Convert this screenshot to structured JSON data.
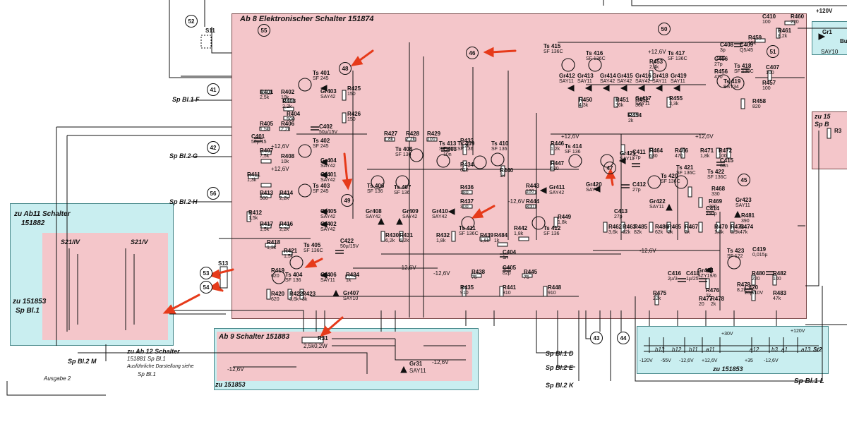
{
  "boards": {
    "ab8": {
      "title": "Ab 8 Elektronischer Schalter 151874",
      "ref": "Sp Bl.1 F"
    },
    "ab11": {
      "title": "zu Ab11 Schalter",
      "subtitle": "151882",
      "block_title": "zu 151853",
      "block_sub": "Sp Bl.1",
      "s21_iv": "S21/IV",
      "s21_v": "S21/V"
    },
    "ab9": {
      "title": "Ab 9 Schalter 151883",
      "footer": "zu 151853",
      "r31": "R31",
      "r31_val": "2,5k0,2W",
      "gr31": "Gr31",
      "gr31_val": "SAY11"
    },
    "ab12_note": [
      "zu Ab 12 Schalter",
      "151881 Sp Bl.1",
      "Ausführliche Darstellung siehe",
      "Sp Bl.1"
    ],
    "bottom_bus": {
      "footer": "zu 151853",
      "labels": [
        "b13",
        "b12",
        "b11",
        "a11",
        "a12",
        "b3",
        "a1",
        "a13",
        "St2"
      ],
      "voltages": [
        "-120V",
        "-55V",
        "-12,6V",
        "+12,6V",
        "+35",
        "-12,6V",
        "+30V",
        "+120V"
      ]
    },
    "right_block": {
      "title": "zu 15",
      "sub": "Sp B",
      "r3": "R3"
    }
  },
  "nodes": [
    {
      "id": "52",
      "label": "52"
    },
    {
      "id": "55",
      "label": "55"
    },
    {
      "id": "50",
      "label": "50"
    },
    {
      "id": "51",
      "label": "51"
    },
    {
      "id": "41",
      "label": "41"
    },
    {
      "id": "42",
      "label": "42"
    },
    {
      "id": "56",
      "label": "56"
    },
    {
      "id": "48",
      "label": "48"
    },
    {
      "id": "46",
      "label": "46"
    },
    {
      "id": "49",
      "label": "49"
    },
    {
      "id": "47",
      "label": "47"
    },
    {
      "id": "45",
      "label": "45"
    },
    {
      "id": "53",
      "label": "53"
    },
    {
      "id": "54",
      "label": "54"
    },
    {
      "id": "43",
      "label": "43"
    },
    {
      "id": "44",
      "label": "44"
    }
  ],
  "ports": {
    "sp_f": "Sp Bl.1 F",
    "sp_g": "Sp Bl.2 G",
    "sp_h": "Sp Bl.2 H",
    "sp_m": "Sp Bl.2 M",
    "sp_d": "Sp Bl.1 D",
    "sp_e": "Sp Bl.2 E",
    "sp_k": "Sp Bl.2 K",
    "sp_l": "Sp Bl.1 L"
  },
  "misc": {
    "ausgabe": "Ausgabe 2",
    "plus120": "+120V",
    "gr1": "Gr1",
    "gr1_val": "SAY10",
    "s11": "S11",
    "s13": "S13",
    "bu": "Bu"
  },
  "components": [
    {
      "id": "Ts401",
      "t": "Ts 401",
      "v": "SF 245"
    },
    {
      "id": "Ts402",
      "t": "Ts 402",
      "v": "SF 245"
    },
    {
      "id": "Ts403",
      "t": "Ts 403",
      "v": "SF 245"
    },
    {
      "id": "Ts404",
      "t": "Ts 404",
      "v": "SF 136"
    },
    {
      "id": "Ts405",
      "t": "Ts 405",
      "v": "SF 136C"
    },
    {
      "id": "Ts406",
      "t": "Ts 406",
      "v": "SF 136"
    },
    {
      "id": "Ts407",
      "t": "Ts 407",
      "v": "SF 136"
    },
    {
      "id": "Ts408",
      "t": "Ts 408",
      "v": "SF 136"
    },
    {
      "id": "Ts409",
      "t": "Ts 409",
      "v": "SF 136"
    },
    {
      "id": "Ts410",
      "t": "Ts 410",
      "v": "SF 136"
    },
    {
      "id": "Ts411",
      "t": "Ts 411",
      "v": "SF 136C"
    },
    {
      "id": "Ts412",
      "t": "Ts 412",
      "v": "SF 136"
    },
    {
      "id": "Ts413",
      "t": "Ts 413",
      "v": "SF 136"
    },
    {
      "id": "Ts414",
      "t": "Ts 414",
      "v": "SF 136"
    },
    {
      "id": "Ts415",
      "t": "Ts 415",
      "v": "SF 136C"
    },
    {
      "id": "Ts416",
      "t": "Ts 416",
      "v": "SF 136C"
    },
    {
      "id": "Ts417",
      "t": "Ts 417",
      "v": "SF 136C"
    },
    {
      "id": "Ts418",
      "t": "Ts 418",
      "v": "SF 136C"
    },
    {
      "id": "Ts419",
      "t": "Ts 419",
      "v": "BSY34"
    },
    {
      "id": "Ts420",
      "t": "Ts 420",
      "v": "SF 136C"
    },
    {
      "id": "Ts421",
      "t": "Ts 421",
      "v": "SF 136C"
    },
    {
      "id": "Ts422",
      "t": "Ts 422",
      "v": "SF 136C"
    },
    {
      "id": "Ts423",
      "t": "Ts 423",
      "v": "SF 122"
    },
    {
      "id": "R401",
      "t": "R401",
      "v": "2,5k"
    },
    {
      "id": "R402",
      "t": "R402",
      "v": "10k"
    },
    {
      "id": "R403",
      "t": "R403",
      "v": "2,2k"
    },
    {
      "id": "R404",
      "t": "R404",
      "v": "500"
    },
    {
      "id": "R405",
      "t": "R405",
      "v": "1,5k"
    },
    {
      "id": "R406",
      "t": "R406",
      "v": "2,2k"
    },
    {
      "id": "R407",
      "t": "R407",
      "v": "7,5k"
    },
    {
      "id": "R408",
      "t": "R408",
      "v": "10k"
    },
    {
      "id": "R411",
      "t": "R411",
      "v": "1,3k"
    },
    {
      "id": "R412",
      "t": "R412",
      "v": "1,5k"
    },
    {
      "id": "R413",
      "t": "R413",
      "v": "500"
    },
    {
      "id": "R414",
      "t": "R414",
      "v": "2,2k"
    },
    {
      "id": "R416",
      "t": "R416",
      "v": "2,2k"
    },
    {
      "id": "R417",
      "t": "R417",
      "v": "1,5k"
    },
    {
      "id": "R418",
      "t": "R418",
      "v": "1,3k"
    },
    {
      "id": "R419",
      "t": "R419",
      "v": "620"
    },
    {
      "id": "R420",
      "t": "R420",
      "v": "620"
    },
    {
      "id": "R421",
      "t": "R421",
      "v": "1,5k"
    },
    {
      "id": "R422",
      "t": "R422",
      "v": "3,6k"
    },
    {
      "id": "R423",
      "t": "R423",
      "v": "3k"
    },
    {
      "id": "R424",
      "t": "R424",
      "v": "1k"
    },
    {
      "id": "R425",
      "t": "R425",
      "v": "150"
    },
    {
      "id": "R426",
      "t": "R426",
      "v": "150"
    },
    {
      "id": "R427",
      "t": "R427",
      "v": "1,8k"
    },
    {
      "id": "R428",
      "t": "R428",
      "v": "2,2k"
    },
    {
      "id": "R429",
      "t": "R429",
      "v": "100"
    },
    {
      "id": "R430",
      "t": "R430",
      "v": "6,2k"
    },
    {
      "id": "R431",
      "t": "R431",
      "v": "6,2k"
    },
    {
      "id": "R432",
      "t": "R432",
      "v": "1,8k"
    },
    {
      "id": "R433",
      "t": "R433",
      "v": "1,2k"
    },
    {
      "id": "R434",
      "t": "R434",
      "v": "620"
    },
    {
      "id": "R435",
      "t": "R435",
      "v": "910"
    },
    {
      "id": "R436",
      "t": "R436",
      "v": "180"
    },
    {
      "id": "R437",
      "t": "R437",
      "v": "300"
    },
    {
      "id": "R438",
      "t": "R438",
      "v": "75"
    },
    {
      "id": "R439",
      "t": "R439",
      "v": "1,5k"
    },
    {
      "id": "R440",
      "t": "R440",
      "v": "1k"
    },
    {
      "id": "R441",
      "t": "R441",
      "v": "310"
    },
    {
      "id": "R442",
      "t": "R442",
      "v": "1,8k"
    },
    {
      "id": "R443",
      "t": "R443",
      "v": "180"
    },
    {
      "id": "R444",
      "t": "R444",
      "v": "300"
    },
    {
      "id": "R445",
      "t": "R445",
      "v": "75"
    },
    {
      "id": "R446",
      "t": "R446",
      "v": "1,2k"
    },
    {
      "id": "R447",
      "t": "R447",
      "v": "620"
    },
    {
      "id": "R448",
      "t": "R448",
      "v": "910"
    },
    {
      "id": "R449",
      "t": "R449",
      "v": "1,8k"
    },
    {
      "id": "R450",
      "t": "R450",
      "v": "4,3k"
    },
    {
      "id": "R451",
      "t": "R451",
      "v": "36k"
    },
    {
      "id": "R452",
      "t": "R452",
      "v": "36k"
    },
    {
      "id": "R453",
      "t": "R453",
      "v": "2,4k"
    },
    {
      "id": "R454",
      "t": "R454",
      "v": "2k"
    },
    {
      "id": "R455",
      "t": "R455",
      "v": "3,3k"
    },
    {
      "id": "R456",
      "t": "R456",
      "v": "470"
    },
    {
      "id": "R457",
      "t": "R457",
      "v": "100"
    },
    {
      "id": "R458",
      "t": "R458",
      "v": "820"
    },
    {
      "id": "R459",
      "t": "R459",
      "v": "15k"
    },
    {
      "id": "R460",
      "t": "R460",
      "v": "220"
    },
    {
      "id": "R461",
      "t": "R461",
      "v": "8,2k"
    },
    {
      "id": "R462",
      "t": "R462",
      "v": "3,6k"
    },
    {
      "id": "R463",
      "t": "R463",
      "v": "62k"
    },
    {
      "id": "R464",
      "t": "R464",
      "v": "680"
    },
    {
      "id": "R465",
      "t": "R465",
      "v": "2k"
    },
    {
      "id": "R466",
      "t": "R466",
      "v": "470"
    },
    {
      "id": "R467",
      "t": "R467",
      "v": "2k"
    },
    {
      "id": "R468",
      "t": "R468",
      "v": "330"
    },
    {
      "id": "R469",
      "t": "R469",
      "v": "390"
    },
    {
      "id": "R470",
      "t": "R470",
      "v": "1,3k"
    },
    {
      "id": "R471",
      "t": "R471",
      "v": "1,8k"
    },
    {
      "id": "R472",
      "t": "R472",
      "v": "100"
    },
    {
      "id": "R473",
      "t": "R473",
      "v": "3,9k"
    },
    {
      "id": "R474",
      "t": "R474",
      "v": "47k"
    },
    {
      "id": "R475",
      "t": "R475",
      "v": "22k"
    },
    {
      "id": "R476",
      "t": "R476",
      "v": "1k"
    },
    {
      "id": "R477",
      "t": "R477",
      "v": "20"
    },
    {
      "id": "R478",
      "t": "R478",
      "v": "2k"
    },
    {
      "id": "R479",
      "t": "R479",
      "v": "8,2k"
    },
    {
      "id": "R480",
      "t": "R480",
      "v": "220"
    },
    {
      "id": "R481",
      "t": "R481",
      "v": "390"
    },
    {
      "id": "R482",
      "t": "R482",
      "v": "100"
    },
    {
      "id": "R483",
      "t": "R483",
      "v": "47k"
    },
    {
      "id": "R484",
      "t": "R484",
      "v": "1k"
    },
    {
      "id": "R485",
      "t": "R485",
      "v": "82k"
    },
    {
      "id": "R486",
      "t": "R486",
      "v": "62k"
    },
    {
      "id": "C401",
      "t": "C401",
      "v": "50µ/15"
    },
    {
      "id": "C402",
      "t": "C402",
      "v": "50µ/15V"
    },
    {
      "id": "C403",
      "t": "C403",
      "v": "10n"
    },
    {
      "id": "C404",
      "t": "C404",
      "v": "1n"
    },
    {
      "id": "C405",
      "t": "C405",
      "v": "82p"
    },
    {
      "id": "C406",
      "t": "C406",
      "v": "27p"
    },
    {
      "id": "C407",
      "t": "C407",
      "v": "100"
    },
    {
      "id": "C408",
      "t": "C408",
      "v": "3p"
    },
    {
      "id": "C409",
      "t": "C409",
      "v": "Q5/45"
    },
    {
      "id": "C410",
      "t": "C410",
      "v": "100"
    },
    {
      "id": "C411",
      "t": "C411",
      "v": "27p"
    },
    {
      "id": "C412",
      "t": "C412",
      "v": "27p"
    },
    {
      "id": "C413",
      "t": "C413",
      "v": "27p"
    },
    {
      "id": "C414",
      "t": "C414",
      "v": "150p"
    },
    {
      "id": "C415",
      "t": "C415",
      "v": "68n"
    },
    {
      "id": "C416",
      "t": "C416",
      "v": "2µ/3"
    },
    {
      "id": "C418",
      "t": "C418",
      "v": "1µ/25"
    },
    {
      "id": "C419",
      "t": "C419",
      "v": "0,015µ"
    },
    {
      "id": "C420",
      "t": "C420",
      "v": "20µ/10V"
    },
    {
      "id": "C422",
      "t": "C422",
      "v": "50µ/15V"
    },
    {
      "id": "Gr401",
      "t": "Gr401",
      "v": "SAY42"
    },
    {
      "id": "Gr402",
      "t": "Gr402",
      "v": "SAY42"
    },
    {
      "id": "Gr403",
      "t": "Gr403",
      "v": "SAY42"
    },
    {
      "id": "Gr404",
      "t": "Gr404",
      "v": "SAY42"
    },
    {
      "id": "Gr405",
      "t": "Gr405",
      "v": "SAY42"
    },
    {
      "id": "Gr406",
      "t": "Gr406",
      "v": "SAY11"
    },
    {
      "id": "Gr407",
      "t": "Gr407",
      "v": "SAY10"
    },
    {
      "id": "Gr408",
      "t": "Gr408",
      "v": "SAY42"
    },
    {
      "id": "Gr409",
      "t": "Gr409",
      "v": "SAY42"
    },
    {
      "id": "Gr410",
      "t": "Gr410",
      "v": "SAY42"
    },
    {
      "id": "Gr411",
      "t": "Gr411",
      "v": "SAY42"
    },
    {
      "id": "Gr412",
      "t": "Gr412",
      "v": "SAY11"
    },
    {
      "id": "Gr413",
      "t": "Gr413",
      "v": "SAY11"
    },
    {
      "id": "Gr414",
      "t": "Gr414",
      "v": "SAY42"
    },
    {
      "id": "Gr415",
      "t": "Gr415",
      "v": "SAY42"
    },
    {
      "id": "Gr416",
      "t": "Gr416",
      "v": "SAY42"
    },
    {
      "id": "Gr417",
      "t": "Gr417",
      "v": "SAY11"
    },
    {
      "id": "Gr418",
      "t": "Gr418",
      "v": "SAY11"
    },
    {
      "id": "Gr419",
      "t": "Gr419",
      "v": "SAY11"
    },
    {
      "id": "Gr420",
      "t": "Gr420",
      "v": "SAY11"
    },
    {
      "id": "Gr421",
      "t": "Gr421",
      "v": "SAY11"
    },
    {
      "id": "Gr422",
      "t": "Gr422",
      "v": "SAY11"
    },
    {
      "id": "Gr423",
      "t": "Gr423",
      "v": "SAY11"
    },
    {
      "id": "Gr424",
      "t": "Gr424",
      "v": "SZY19/6"
    }
  ],
  "voltages": {
    "v_p126": "+12,6V",
    "v_m126": "-12,6V"
  }
}
